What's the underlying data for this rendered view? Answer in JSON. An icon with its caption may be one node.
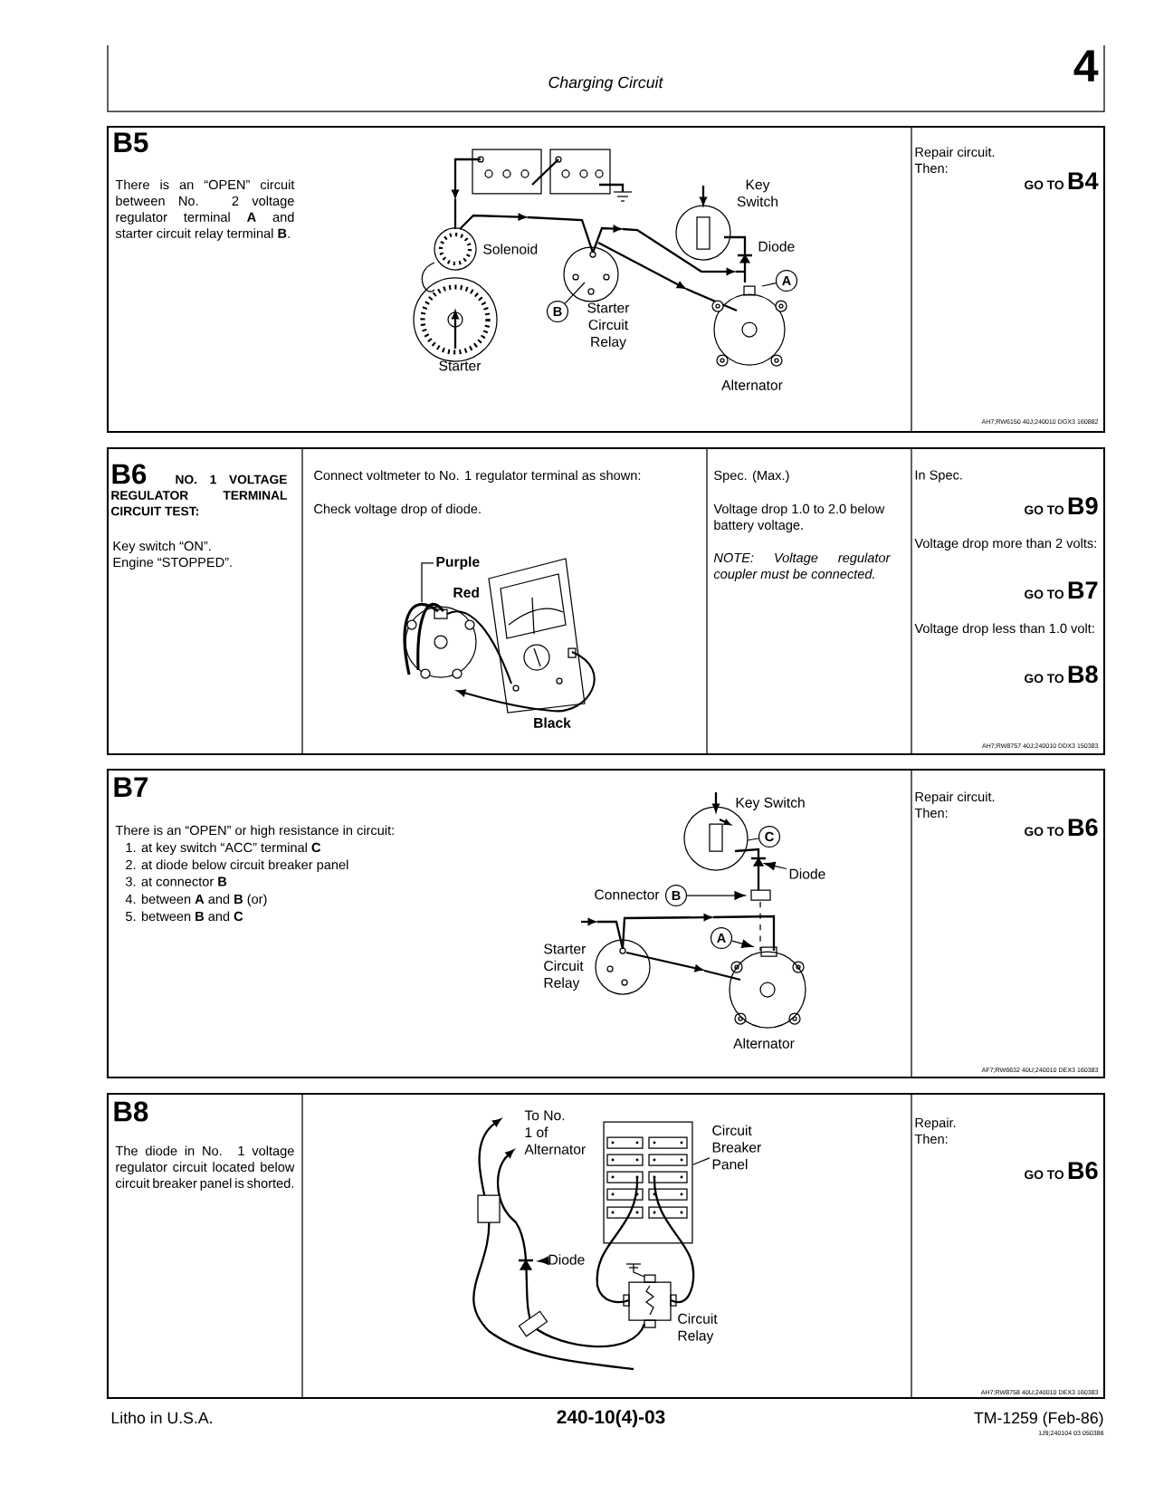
{
  "diagram": {
    "title": "Charging Circuit",
    "nodes": [
      {
        "text": [
          "A"
        ]
      },
      {
        "text": [
          "B"
        ]
      },
      {
        "text": [
          "Purple"
        ]
      },
      {
        "text": [
          "C"
        ]
      },
      {
        "text": [
          "Diode"
        ]
      },
      {
        "text": [
          "B"
        ]
      },
      {
        "text": [
          "A"
        ]
      },
      {
        "text": [
          "Circuit Breaker Panel"
        ]
      },
      {
        "text": [
          "Diode"
        ]
      },
      {
        "text": [],
        "shape": "box"
      }
    ],
    "edges": [
      {
        "from": 0,
        "to": null,
        "arrow": "none"
      },
      {
        "from": 1,
        "to": null,
        "arrow": "none"
      },
      {
        "from": 2,
        "to": null,
        "arrow": "none"
      },
      {
        "from": 3,
        "to": null,
        "arrow": "none"
      },
      {
        "from": 4,
        "to": null,
        "arrow": "to"
      },
      {
        "from": 5,
        "to": null,
        "arrow": "to"
      },
      {
        "from": 6,
        "to": null,
        "arrow": "to"
      },
      {
        "from": 7,
        "to": 9,
        "arrow": "none"
      },
      {
        "from": 8,
        "to": null,
        "arrow": "to"
      }
    ],
    "labels": [
      "4",
      "B5",
      "There is an “OPEN” circuit between No. 2 voltage regulator terminal **A** and starter circuit relay terminal **B**.",
      "Key Switch",
      "Solenoid",
      "Diode",
      "Starter Circuit Relay",
      "Starter",
      "Alternator",
      "Repair circuit. Then:",
      "GO TO",
      "B4",
      "AH7;RW6150 40J;240010 DGX3 160882",
      "B6",
      "NO. 1 VOLTAGE REGULATOR TERMINAL CIRCUIT TEST:",
      "Connect voltmeter to No. 1 regulator terminal as shown:",
      "Spec. (Max.)",
      "In Spec.",
      "GO TO",
      "B9",
      "Check voltage drop of diode.",
      "Voltage drop 1.0 to 2.0 below battery voltage.",
      "Key switch “ON”.",
      "Engine “STOPPED”.",
      "Voltage drop more than 2 volts:",
      "NOTE: Voltage regulator coupler must be connected.",
      "Red",
      "GO TO",
      "B7",
      "Voltage drop less than 1.0 volt:",
      "GO TO",
      "B8",
      "Black",
      "AH7;RW8757 40J;240010 DDX3 150383",
      "B7",
      "Key Switch",
      "Repair circuit. Then:",
      "GO TO",
      "B6",
      "There is an “OPEN” or high resistance in circuit:",
      "1. at key switch “ACC” terminal **C**",
      "2. at diode below circuit breaker panel",
      "Connector",
      "3. at connector **B**",
      "4. between **A** and **B** (or)",
      "5. between **B** and **C**",
      "Starter Circuit Relay",
      "Alternator",
      "AF7;RW6632 40U;240010 DEX3 160383",
      "B8",
      "To No. 1 of Alternator",
      "Repair. Then:",
      "The diode in No. 1 voltage regulator circuit located below circuit breaker panel is shorted.",
      "GO TO",
      "B6",
      "Circuit Relay",
      "AH7;RW8758 40U;240010 DEX3 160383",
      "Litho in U.S.A.",
      "240-10(4)-03",
      "TM-1259 (Feb-86)",
      "1J9;240104 03 050386"
    ]
  }
}
